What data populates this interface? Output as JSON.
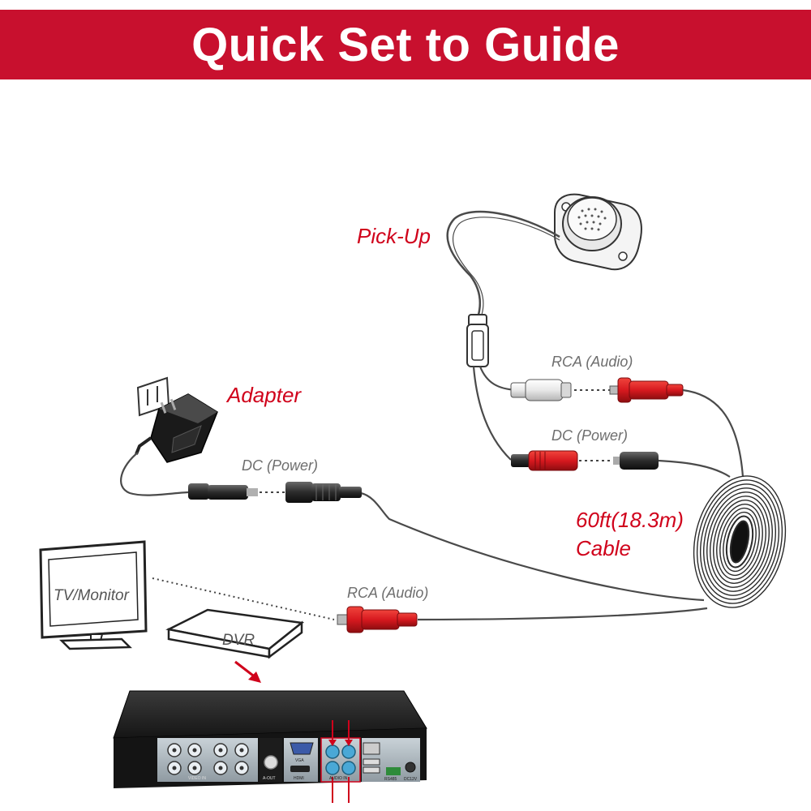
{
  "header": {
    "title": "Quick Set to Guide"
  },
  "labels": {
    "pickup": "Pick-Up",
    "adapter": "Adapter",
    "rca_audio_top": "RCA (Audio)",
    "dc_power_top": "DC (Power)",
    "dc_power_left": "DC (Power)",
    "cable_line1": "60ft(18.3m)",
    "cable_line2": "Cable",
    "rca_audio_bottom": "RCA (Audio)",
    "tv_monitor": "TV/Monitor",
    "dvr": "DVR"
  },
  "dvr_panel": {
    "video_in": "VIDEO IN",
    "a_out": "A-OUT",
    "vga": "VGA",
    "hdmi": "HDMI",
    "audio_in": "AUDIO IN",
    "rs485": "RS485",
    "dc12v": "DC12V"
  },
  "colors": {
    "accent": "#c8102e",
    "label_red": "#d0021b",
    "rca_red": "#d7191f"
  }
}
